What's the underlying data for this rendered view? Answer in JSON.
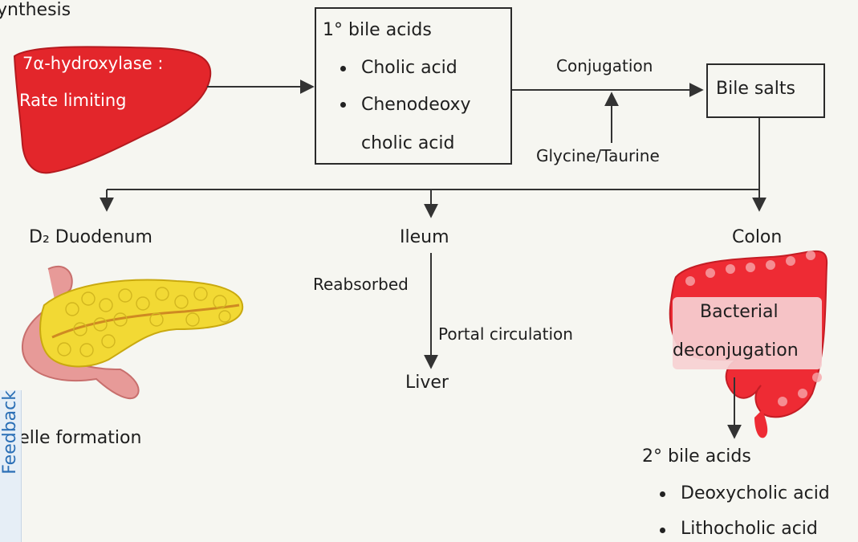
{
  "diagram": {
    "synthesis_label": "ynthesis",
    "liver": {
      "line1": "7α-hydroxylase :",
      "line2": "Rate limiting"
    },
    "primary_box": {
      "title": "1° bile acids",
      "items": [
        "Cholic acid",
        "Chenodeoxy",
        "cholic acid"
      ]
    },
    "conjugation_label": "Conjugation",
    "glycine_label": "Glycine/Taurine",
    "bile_salts_label": "Bile salts",
    "duodenum_label": "D₂ Duodenum",
    "ileum_label": "Ileum",
    "colon_label": "Colon",
    "reabsorbed_label": "Reabsorbed",
    "portal_label": "Portal circulation",
    "liver_label": "Liver",
    "micelle_label": "Micelle formation",
    "bacterial_label": "Bacterial",
    "deconjugation_label": "deconjugation",
    "secondary": {
      "title": "2° bile acids",
      "items": [
        "Deoxycholic acid",
        "Lithocholic acid"
      ]
    },
    "feedback_label": "Feedback",
    "colors": {
      "liver": "#e3262b",
      "pancreas": "#f2d934",
      "duodenum": "#e79a98",
      "colon": "#ee2b34",
      "line": "#333333",
      "feedback": "#2b6fb6"
    }
  }
}
